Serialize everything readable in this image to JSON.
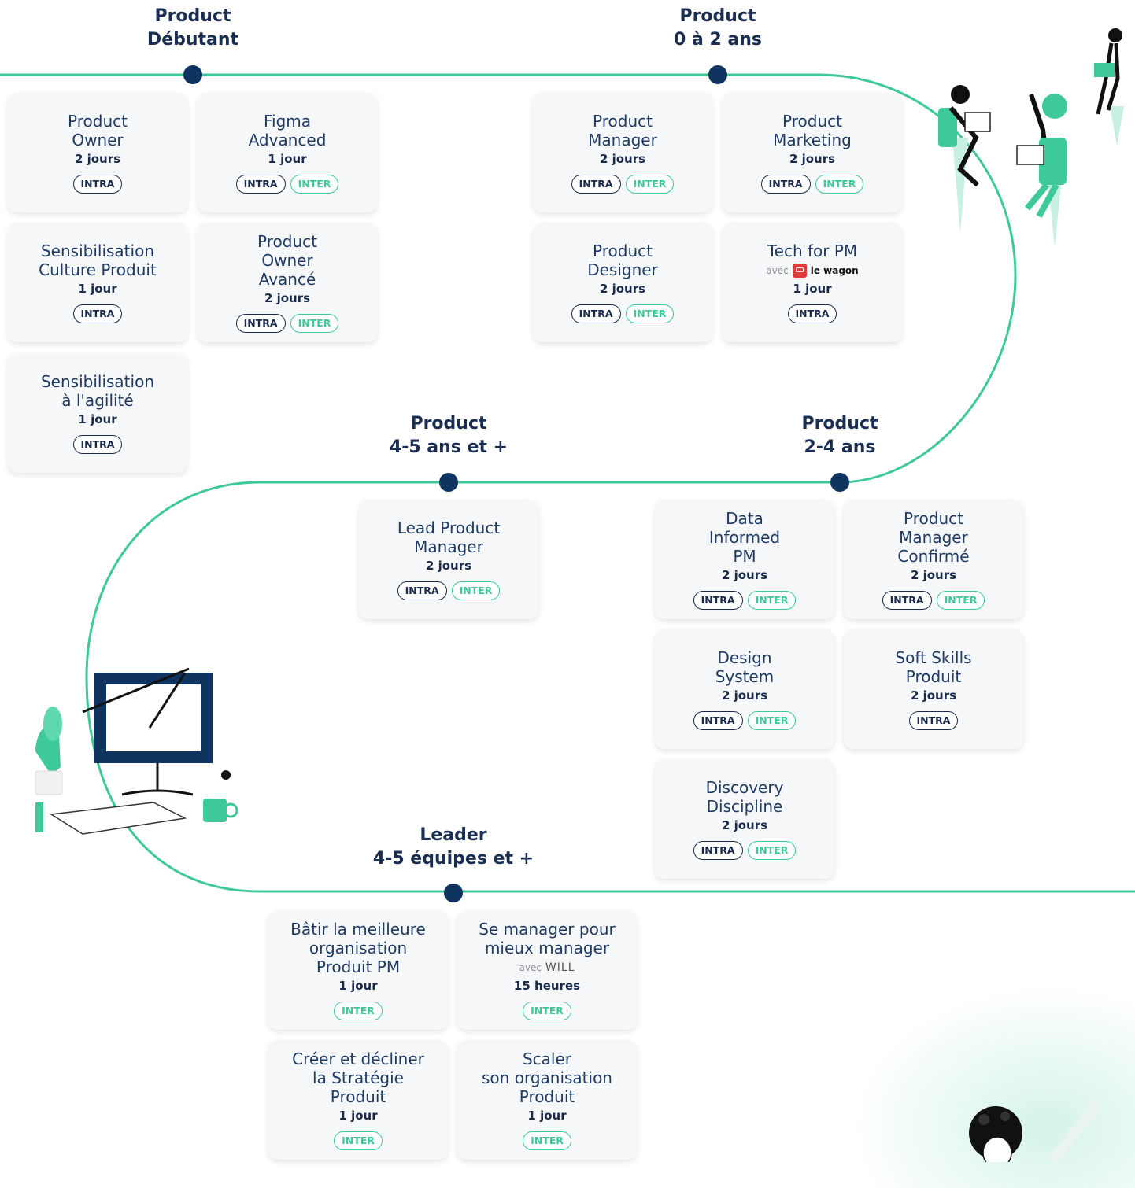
{
  "stages": [
    {
      "line1": "Product",
      "line2": "Débutant"
    },
    {
      "line1": "Product",
      "line2": "0 à 2 ans"
    },
    {
      "line1": "Product",
      "line2": "2-4 ans"
    },
    {
      "line1": "Product",
      "line2": "4-5 ans et +"
    },
    {
      "line1": "Leader",
      "line2": "4-5 équipes et +"
    }
  ],
  "badge_labels": {
    "intra": "INTRA",
    "inter": "INTER"
  },
  "partners": {
    "avec": "avec",
    "lewagon": "le wagon",
    "will": "WILL"
  },
  "cards": [
    {
      "title": "Product\nOwner",
      "duration": "2 jours",
      "intra": true,
      "inter": false
    },
    {
      "title": "Figma\nAdvanced",
      "duration": "1 jour",
      "intra": true,
      "inter": true
    },
    {
      "title": "Sensibilisation\nCulture Produit",
      "duration": "1 jour",
      "intra": true,
      "inter": false
    },
    {
      "title": "Product\nOwner\nAvancé",
      "duration": "2 jours",
      "intra": true,
      "inter": true
    },
    {
      "title": "Sensibilisation\nà l'agilité",
      "duration": "1 jour",
      "intra": true,
      "inter": false
    },
    {
      "title": "Product\nManager",
      "duration": "2 jours",
      "intra": true,
      "inter": true
    },
    {
      "title": "Product\nMarketing",
      "duration": "2 jours",
      "intra": true,
      "inter": true
    },
    {
      "title": "Product\nDesigner",
      "duration": "2 jours",
      "intra": true,
      "inter": true
    },
    {
      "title": "Tech for PM",
      "duration": "1 jour",
      "intra": true,
      "inter": false
    },
    {
      "title": "Lead Product\nManager",
      "duration": "2 jours",
      "intra": true,
      "inter": true
    },
    {
      "title": "Data\nInformed\nPM",
      "duration": "2 jours",
      "intra": true,
      "inter": true
    },
    {
      "title": "Product\nManager\nConfirmé",
      "duration": "2 jours",
      "intra": true,
      "inter": true
    },
    {
      "title": "Design\nSystem",
      "duration": "2 jours",
      "intra": true,
      "inter": true
    },
    {
      "title": "Soft Skills\nProduit",
      "duration": "2 jours",
      "intra": true,
      "inter": false
    },
    {
      "title": "Discovery\nDiscipline",
      "duration": "2 jours",
      "intra": true,
      "inter": true
    },
    {
      "title": "Bâtir la meilleure\norganisation\nProduit PM",
      "duration": "1 jour",
      "intra": false,
      "inter": true
    },
    {
      "title": "Se manager pour\nmieux manager",
      "duration": "15 heures",
      "intra": false,
      "inter": true
    },
    {
      "title": "Créer et décliner\nla Stratégie\nProduit",
      "duration": "1 jour",
      "intra": false,
      "inter": true
    },
    {
      "title": "Scaler\nson organisation\nProduit",
      "duration": "1 jour",
      "intra": false,
      "inter": true
    }
  ],
  "colors": {
    "navy": "#0f3460",
    "mint": "#3ec99a",
    "text": "#1f3b63"
  }
}
